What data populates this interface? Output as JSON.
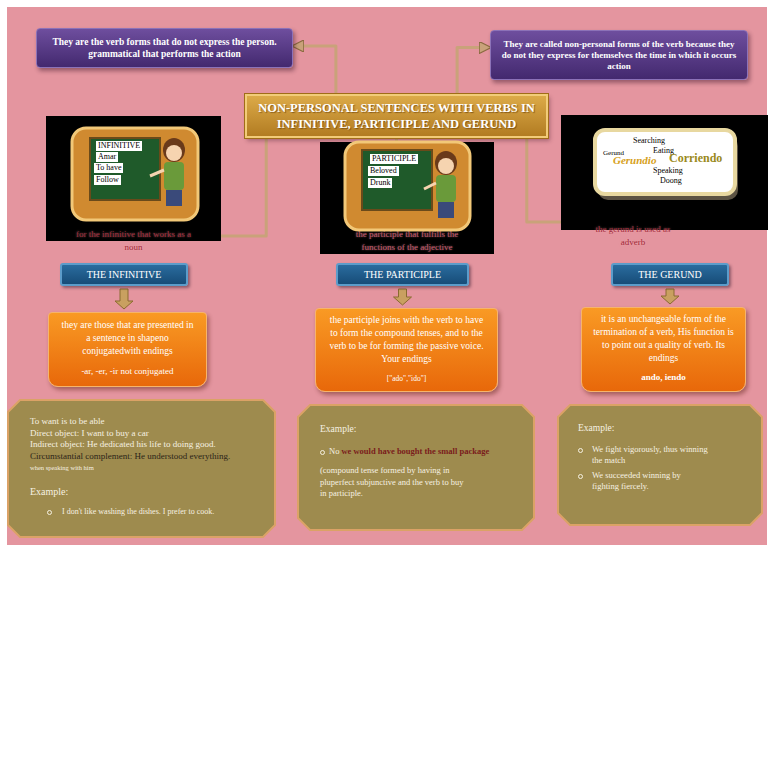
{
  "diagram": {
    "title": "NON-PERSONAL SENTENCES WITH VERBS IN INFINITIVE, PARTICIPLE AND GERUND",
    "nodes": [
      {
        "text": [
          "They are the verb forms that do not express the person. grammatical that performs the action"
        ]
      },
      {
        "text": [
          "NON-PERSONAL SENTENCES WITH VERBS IN INFINITIVE, PARTICIPLE AND GERUND"
        ]
      },
      {
        "text": [
          "They are called non-personal forms of the verb because they do not they express for themselves the time in which it occurs action"
        ]
      },
      {
        "text": [
          "for the infinitive that works as a noun"
        ]
      },
      {
        "text": [
          "the participle that fulfills the functions of the adjective"
        ]
      },
      {
        "text": [
          "the gerund is used as adverb"
        ]
      },
      {
        "text": [
          "THE INFINITIVE"
        ]
      },
      {
        "text": [
          "THE PARTICIPLE"
        ]
      },
      {
        "text": [
          "THE GERUND"
        ]
      },
      {
        "text": [
          "they are those that are presented in a sentence in shapeno conjugatedwith endings",
          "-ar, -er, -ir not conjugated"
        ]
      },
      {
        "text": [
          "the participle joins with the verb to have to form the compound tenses, and to the verb to be for forming the passive voice. Your endings",
          "[\"ado\",\"ido\"]"
        ]
      },
      {
        "text": [
          "it is an unchangeable form of the termination of a verb, His function is to point out a quality of verb. Its endings",
          "ando, iendo"
        ]
      },
      {
        "text": [
          "To want is to be able",
          "Direct object: I want to buy a car",
          "Indirect object: He dedicated his life to doing good.",
          "Circumstantial complement: He understood everything.",
          "when speaking with him",
          "Example:",
          "I don't like washing the dishes. I prefer to cook."
        ]
      },
      {
        "text": [
          "Example:",
          "No",
          "we would have bought the small package",
          "(compound tense formed by having in pluperfect subjunctive and the verb to buy in participle."
        ]
      },
      {
        "text": [
          "Example:",
          "We fight vigorously, thus winning the match",
          "We succeeded winning by fighting fiercely."
        ]
      }
    ],
    "edges": [
      {
        "from": 1,
        "to": 0,
        "arrow": "to"
      },
      {
        "from": 1,
        "to": 2,
        "arrow": "to"
      },
      {
        "from": 1,
        "to": 3,
        "arrow": "none"
      },
      {
        "from": 1,
        "to": 4,
        "arrow": "none"
      },
      {
        "from": 1,
        "to": 5,
        "arrow": "none"
      },
      {
        "from": 6,
        "to": 9,
        "arrow": "to"
      },
      {
        "from": 7,
        "to": 10,
        "arrow": "to"
      },
      {
        "from": 8,
        "to": 11,
        "arrow": "to"
      }
    ],
    "labels": [
      "INFINITIVE",
      "Amar",
      "To have",
      "Follow",
      "PARTICIPLE",
      "Beloved",
      "Drunk",
      "Searching",
      "Gerund",
      "Eating",
      "Gerundio",
      "Corriendo",
      "Speaking",
      "Doong"
    ]
  }
}
